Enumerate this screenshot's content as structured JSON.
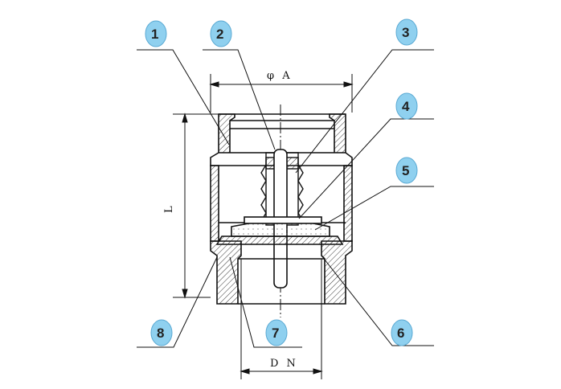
{
  "dimensions": {
    "diameter_label": "φ A",
    "length_label": "L",
    "bore_label": "D N"
  },
  "callouts": [
    {
      "num": "1"
    },
    {
      "num": "2"
    },
    {
      "num": "3"
    },
    {
      "num": "4"
    },
    {
      "num": "5"
    },
    {
      "num": "6"
    },
    {
      "num": "7"
    },
    {
      "num": "8"
    }
  ],
  "colors": {
    "badge_fill": "#8fd0ef",
    "badge_stroke": "#5aa9d3",
    "line": "#111111",
    "hatch": "#333333"
  }
}
